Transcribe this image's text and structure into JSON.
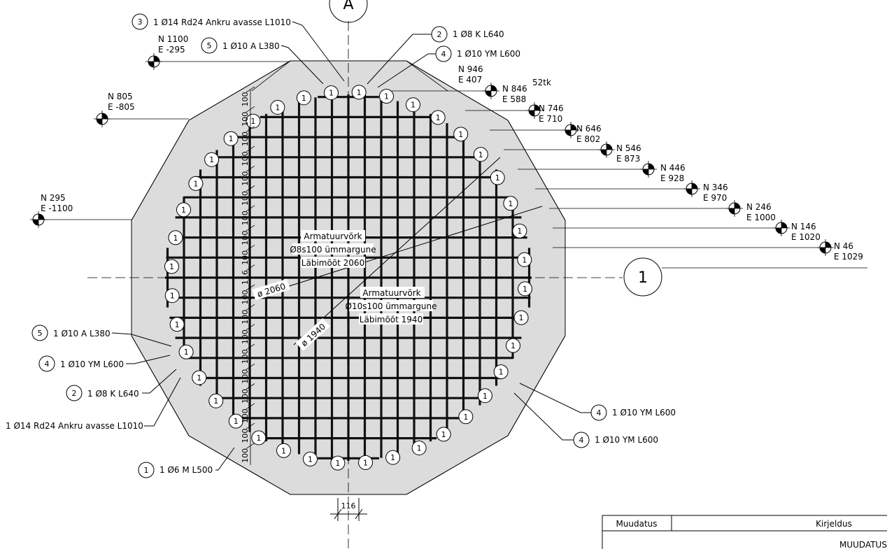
{
  "section_marks": {
    "top": "A",
    "right": "1"
  },
  "rebar_labels": {
    "top_left_3": {
      "number": "3",
      "text": "1 Ø14 Rd24 Ankru avasse L1010"
    },
    "top_left_5": {
      "number": "5",
      "text": "1 Ø10 A L380"
    },
    "top_right_2": {
      "number": "2",
      "text": "1 Ø8 K L640"
    },
    "top_right_4": {
      "number": "4",
      "text": "1 Ø10 YM L600"
    },
    "left_5": {
      "number": "5",
      "text": "1 Ø10 A L380"
    },
    "left_4": {
      "number": "4",
      "text": "1 Ø10 YM L600"
    },
    "left_2": {
      "number": "2",
      "text": "1 Ø8 K L640"
    },
    "left_3": {
      "text": "1 Ø14 Rd24 Ankru avasse L1010"
    },
    "bottom_1": {
      "number": "1",
      "text": "1 Ø6 M L500"
    },
    "right_4a": {
      "number": "4",
      "text": "1 Ø10 YM L600"
    },
    "right_4b": {
      "number": "4",
      "text": "1 Ø10 YM L600"
    }
  },
  "count_label": "52tk",
  "survey_points": [
    {
      "n": "N 1100",
      "e": "E -295"
    },
    {
      "n": "N 805",
      "e": "E -805"
    },
    {
      "n": "N 295",
      "e": "E -1100"
    },
    {
      "n": "N 946",
      "e": "E 407"
    },
    {
      "n": "N 846",
      "e": "E 588"
    },
    {
      "n": "N 746",
      "e": "E 710"
    },
    {
      "n": "N 646",
      "e": "E 802"
    },
    {
      "n": "N 546",
      "e": "E 873"
    },
    {
      "n": "N 446",
      "e": "E 928"
    },
    {
      "n": "N 346",
      "e": "E 970"
    },
    {
      "n": "N 246",
      "e": "E 1000"
    },
    {
      "n": "N 146",
      "e": "E 1020"
    },
    {
      "n": "N 46",
      "e": "E 1029"
    }
  ],
  "mesh_notes": {
    "outer": [
      "Armatuurvõrk",
      "Ø8s100 ümmargune",
      "Läbimõõt 2060"
    ],
    "inner": [
      "Armatuurvõrk",
      "Ø10s100 ümmargune",
      "Läbimõõt 1940"
    ]
  },
  "diameters": {
    "outer": "ø 2060",
    "inner": "ø 1940"
  },
  "dimensions": {
    "spacing": "100",
    "center_gap": "116",
    "bottom": "116"
  },
  "bubble_number": "1",
  "title_block": {
    "col1": "Muudatus",
    "col2": "Kirjeldus",
    "footer": "MUUDATUS"
  }
}
